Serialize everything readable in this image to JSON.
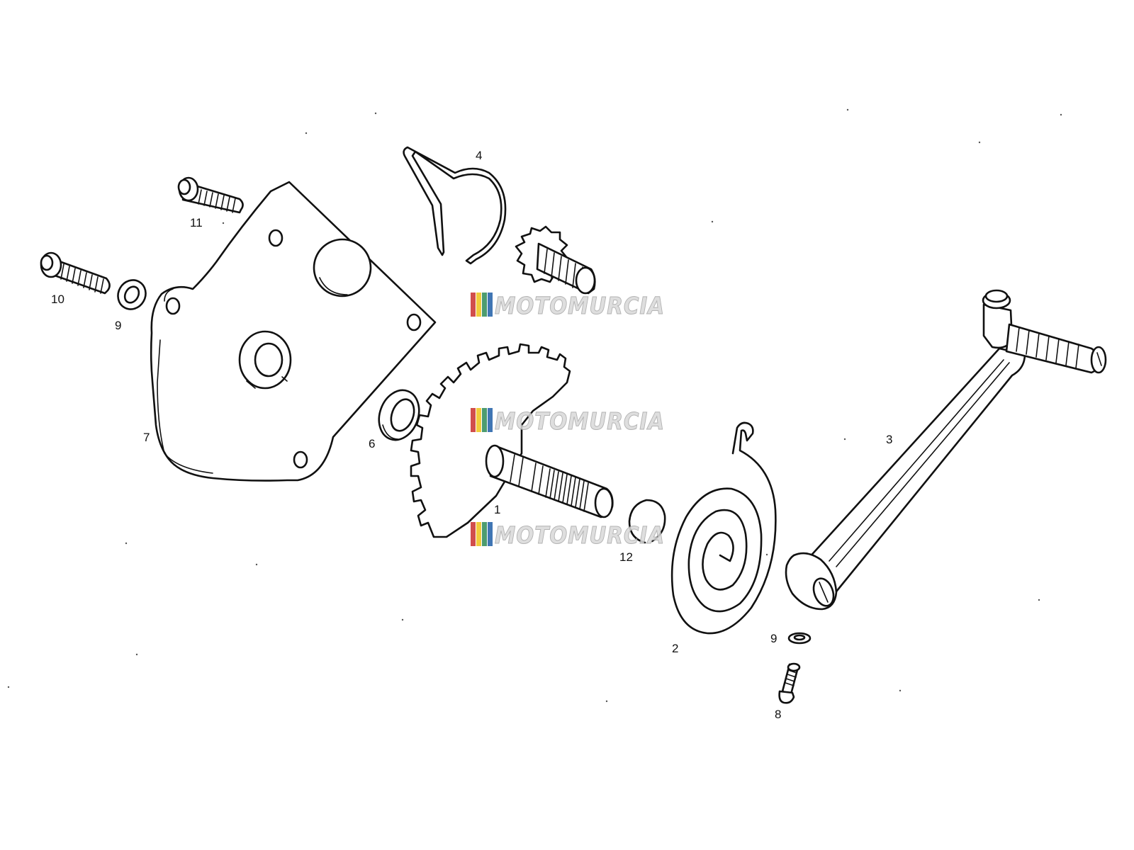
{
  "labels": {
    "p1": "1",
    "p2": "2",
    "p3": "3",
    "p4": "4",
    "p6": "6",
    "p7": "7",
    "p8": "8",
    "p9a": "9",
    "p9b": "9",
    "p10": "10",
    "p11": "11",
    "p12": "12"
  },
  "watermark": {
    "text": "MOTOMURCIA",
    "stripe_colors": [
      "#c9302c",
      "#f0c419",
      "#2e8b57",
      "#1f5fa8"
    ]
  },
  "colors": {
    "line": "#111111",
    "background": "#ffffff"
  }
}
